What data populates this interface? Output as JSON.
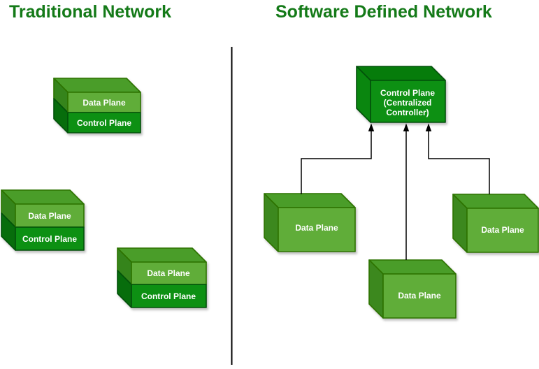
{
  "diagram": {
    "left_panel": {
      "title": "Traditional Network",
      "devices": [
        {
          "data_plane": "Data Plane",
          "control_plane": "Control Plane"
        },
        {
          "data_plane": "Data Plane",
          "control_plane": "Control Plane"
        },
        {
          "data_plane": "Data Plane",
          "control_plane": "Control Plane"
        }
      ]
    },
    "right_panel": {
      "title": "Software Defined Network",
      "controller": {
        "line1": "Control Plane",
        "line2": "(Centralized",
        "line3": "Controller)"
      },
      "devices": [
        {
          "label": "Data Plane"
        },
        {
          "label": "Data Plane"
        },
        {
          "label": "Data Plane"
        }
      ]
    },
    "colors": {
      "title_green": "#147a18",
      "data_plane_front": "#60ad39",
      "data_plane_top": "#4a9d29",
      "data_plane_side": "#3c881e",
      "control_plane_front": "#0d9013",
      "control_plane_top": "#067c0b",
      "control_plane_side": "#0a860f",
      "arrow": "#000000",
      "divider": "#000000",
      "label_text": "#ffffff"
    }
  }
}
